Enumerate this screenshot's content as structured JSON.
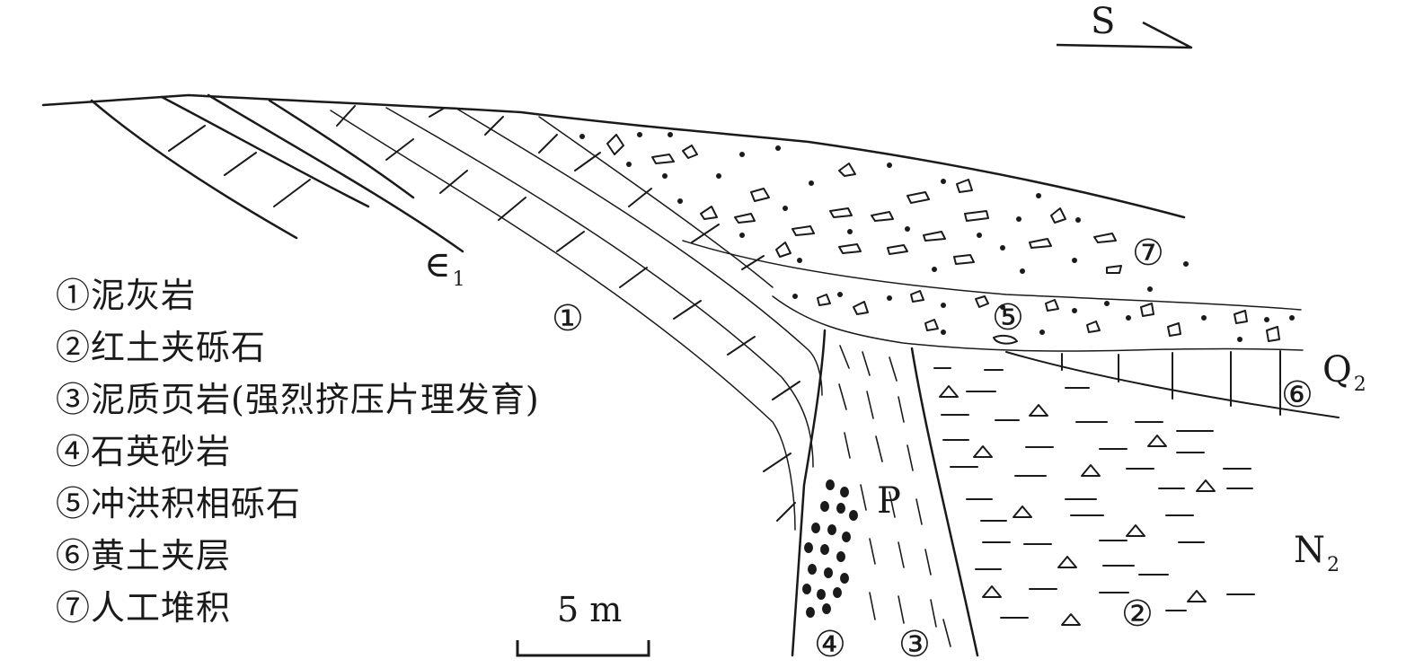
{
  "legend": [
    "①泥灰岩",
    "②红土夹砾石",
    "③泥质页岩(强烈挤压片理发育)",
    "④石英砂岩",
    "⑤冲洪积相砾石",
    "⑥黄土夹层",
    "⑦人工堆积"
  ],
  "units": {
    "cambrian": {
      "main": "∈",
      "sub": "1"
    },
    "permian": "P",
    "quaternary": {
      "main": "Q",
      "sub": "2"
    },
    "neogene": {
      "main": "N",
      "sub": "2"
    }
  },
  "markers": {
    "m1": "①",
    "m2": "②",
    "m3": "③",
    "m4": "④",
    "m5": "⑤",
    "m6": "⑥",
    "m7": "⑦"
  },
  "scale": "5 m",
  "direction": "S",
  "colors": {
    "ink": "#1a1a1a",
    "background": "#ffffff"
  }
}
